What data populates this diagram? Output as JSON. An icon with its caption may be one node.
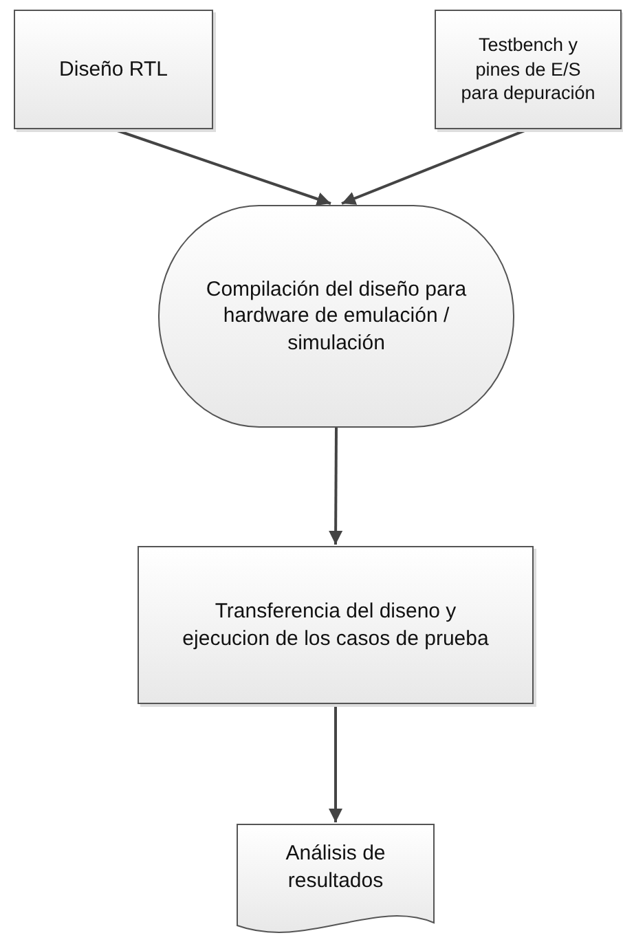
{
  "diagram": {
    "nodes": [
      {
        "text": [
          "Diseño RTL"
        ]
      },
      {
        "text": [
          "Testbench y pines de E/S para depuración"
        ]
      },
      {
        "text": [
          "Compilación del diseño para hardware de emulación / simulación"
        ]
      },
      {
        "text": [
          "Transferencia del diseno y ejecucion de los casos de prueba"
        ]
      },
      {
        "text": [
          "Análisis de resultados"
        ]
      }
    ],
    "edges": [
      {
        "from": 0,
        "to": 2,
        "arrow": "to"
      },
      {
        "from": 1,
        "to": 2,
        "arrow": "to"
      },
      {
        "from": 2,
        "to": 3,
        "arrow": "to"
      },
      {
        "from": 3,
        "to": 4,
        "arrow": "to"
      }
    ]
  }
}
